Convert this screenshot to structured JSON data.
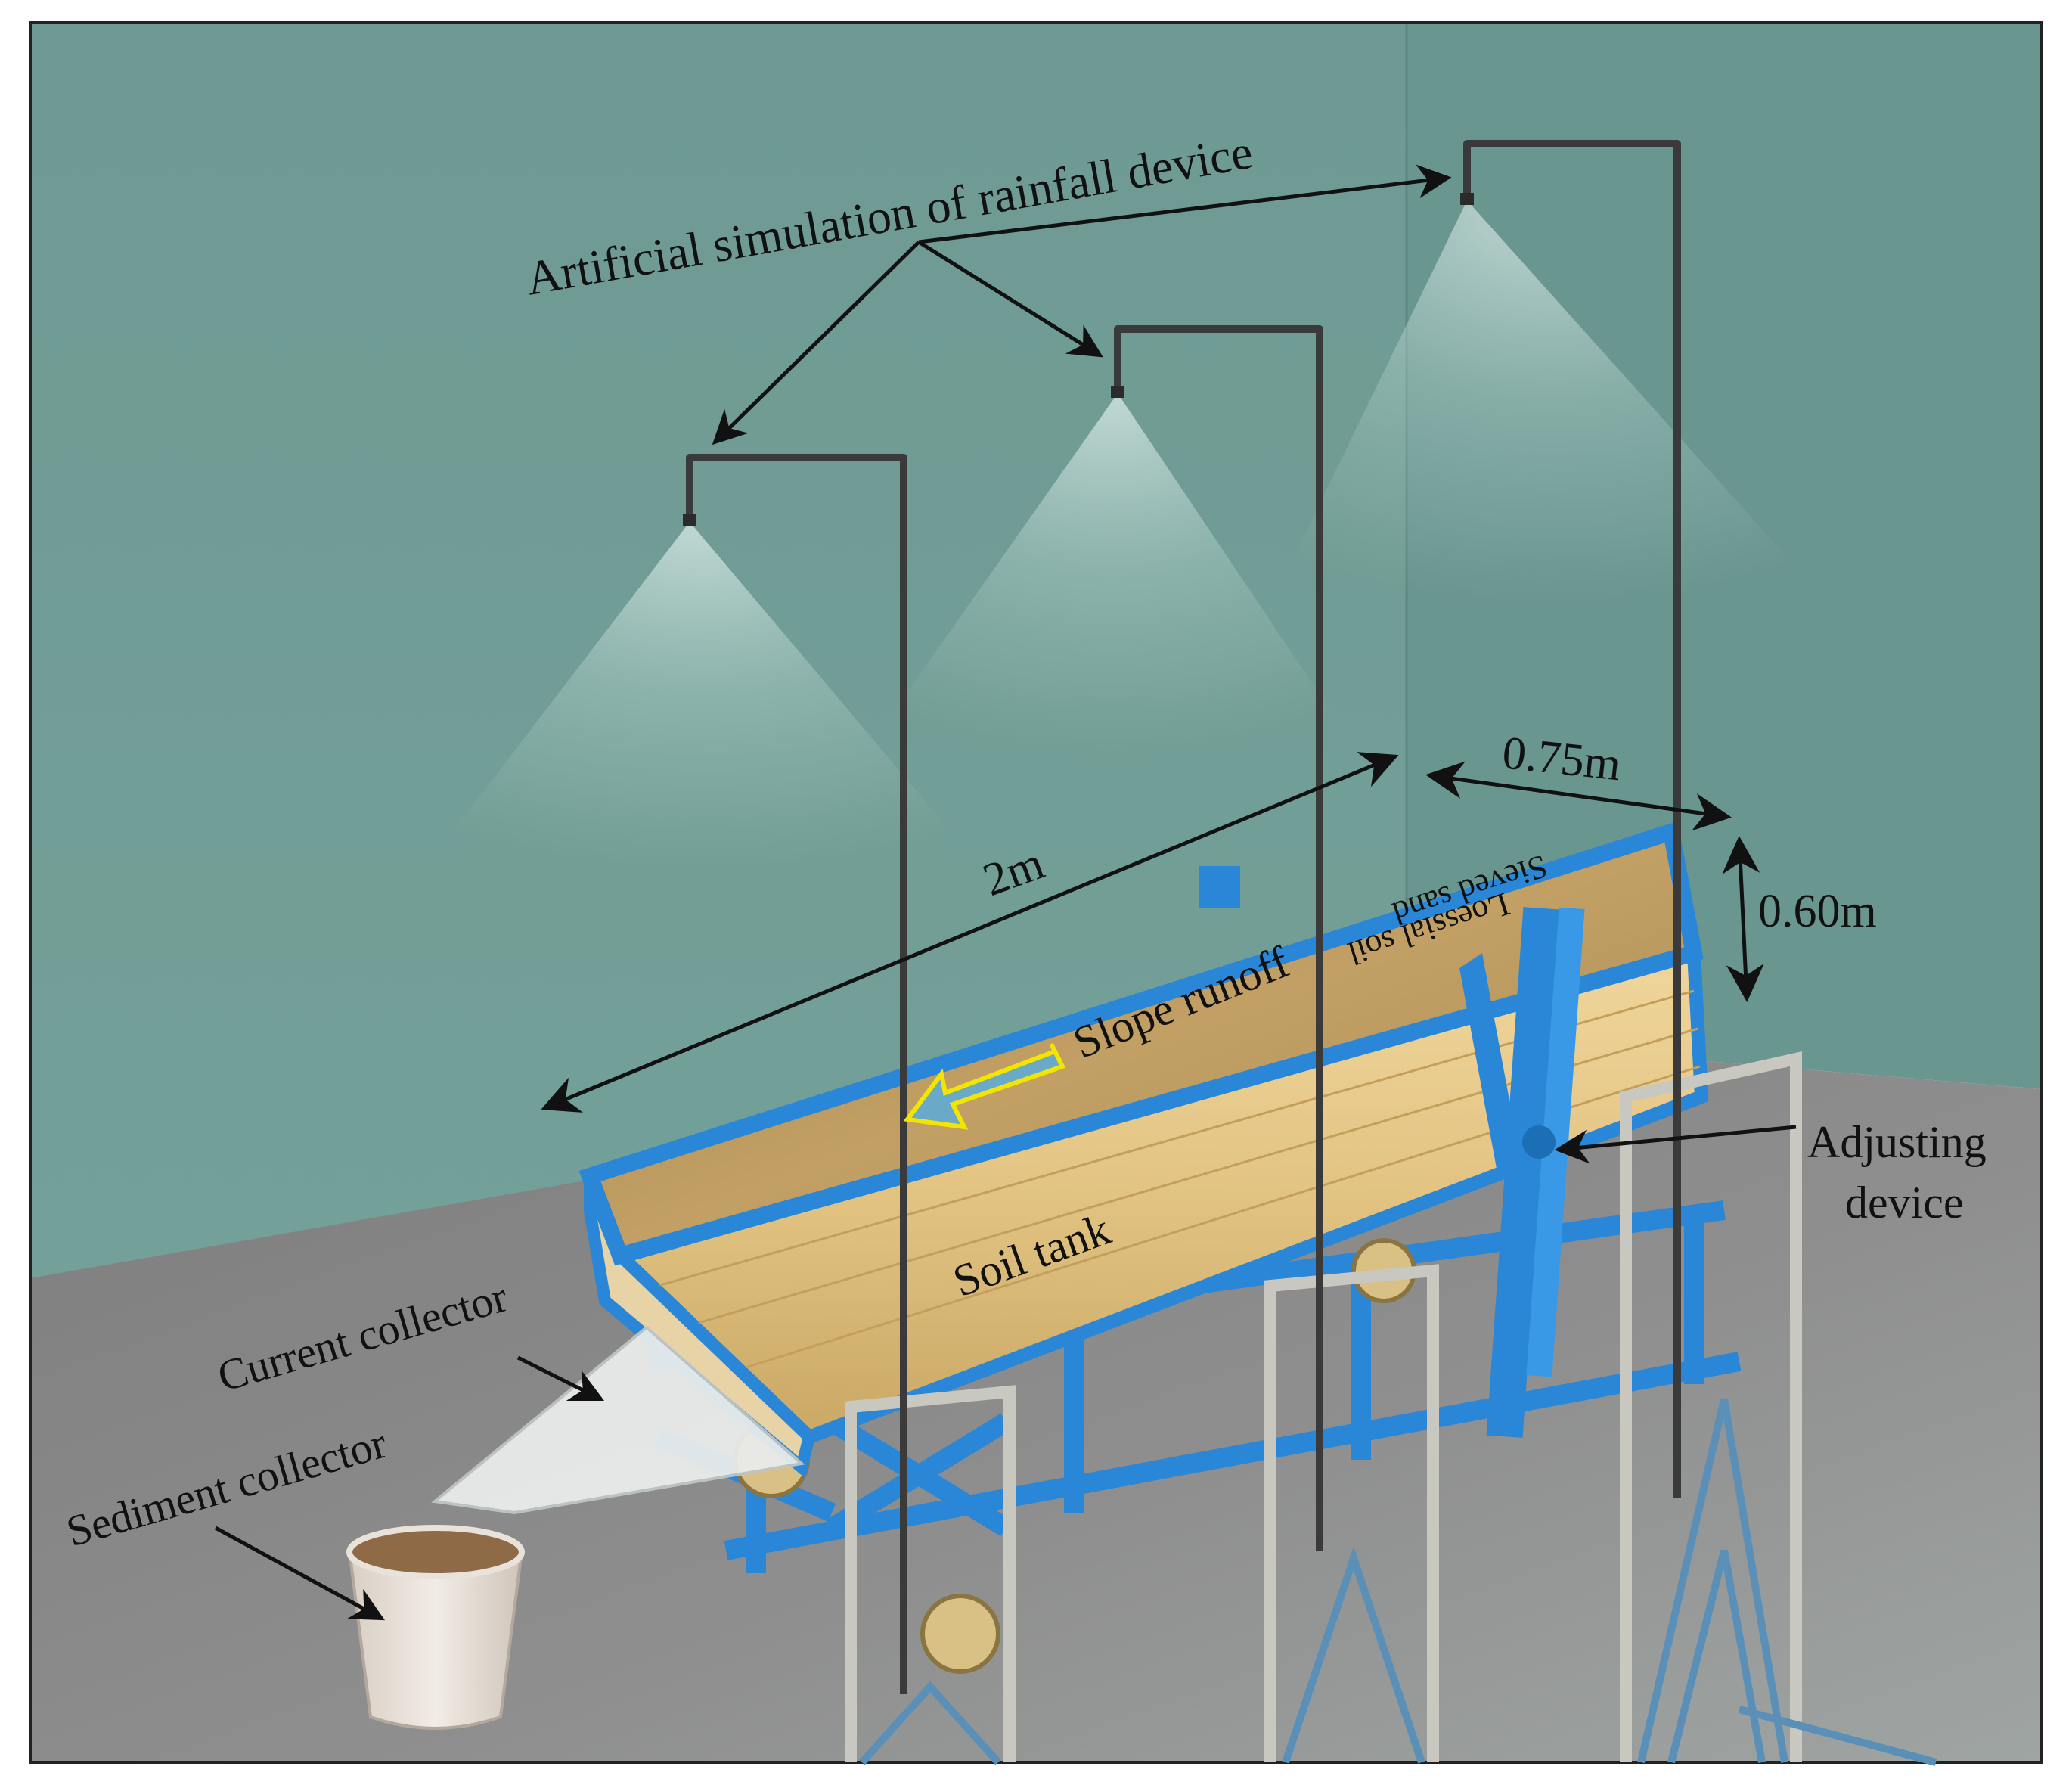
{
  "labels": {
    "rainfall_device": "Artificial simulation of rainfall device",
    "length": "2m",
    "width": "0.75m",
    "height": "0.60m",
    "sieved_sand": "Sieved sand",
    "loessial": "Loessial soil",
    "slope_runoff": "Slope runoff",
    "soil_tank": "Soil tank",
    "adjusting_line1": "Adjusting",
    "adjusting_line2": "device",
    "current_collector": "Current collector",
    "sediment_collector": "Sediment collector"
  },
  "colors": {
    "wall": "#6f9b94",
    "wall_right": "#6a9690",
    "floor": "#8c8c8c",
    "frame_blue": "#2a86d6",
    "soil": "#b9975c",
    "wood": "#e3c78a",
    "pipe": "#3a3a3a",
    "stand_gray": "#c8c8c0",
    "arrow_yellow": "#f2e600",
    "arrow_fill": "#6aa9c8"
  }
}
